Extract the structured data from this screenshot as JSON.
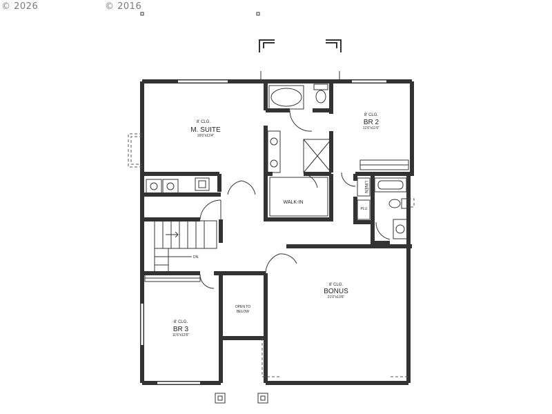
{
  "watermarks": [
    "© 2026",
    "© 2016"
  ],
  "rooms": {
    "master": {
      "ceiling": "8' CLG.",
      "name": "M. SUITE",
      "dims": "16'6\"x13'4\""
    },
    "br2": {
      "ceiling": "8' CLG.",
      "name": "BR 2",
      "dims": "11'6\"x11'6\""
    },
    "walkin": {
      "name": "WALK-IN"
    },
    "linen": {
      "name": "LINEN"
    },
    "plu": {
      "name": "PLU."
    },
    "stairs": {
      "direction": "DN."
    },
    "open": {
      "line1": "OPEN TO",
      "line2": "BELOW"
    },
    "bonus": {
      "ceiling": "8' CLG.",
      "name": "BONUS",
      "dims": "21'0\"x13'6\""
    },
    "br3": {
      "ceiling": "8' CLG.",
      "name": "BR 3",
      "dims": "11'6\"x13'6\""
    }
  }
}
